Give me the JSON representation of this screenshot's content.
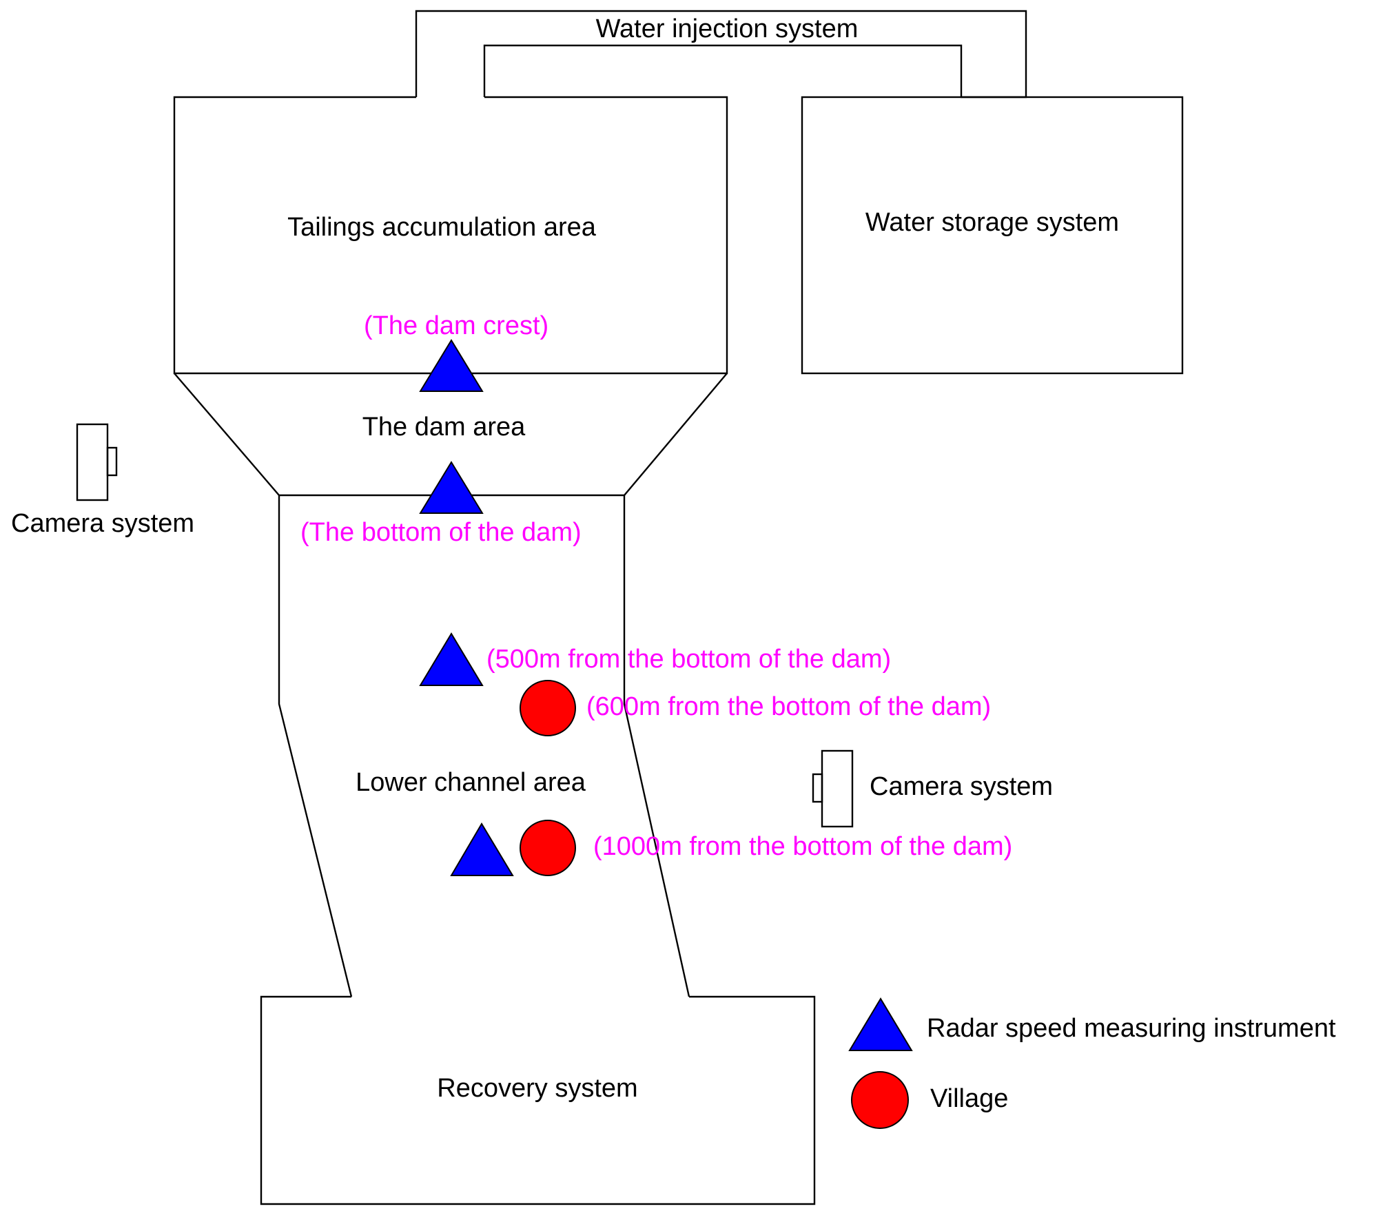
{
  "colors": {
    "outline": "#000000",
    "annotation": "#ff00ff",
    "radar": "#0000ff",
    "village": "#ff0000"
  },
  "labels": {
    "water_injection": "Water injection system",
    "tailings_area": "Tailings accumulation area",
    "water_storage": "Water storage system",
    "dam_area": "The dam area",
    "camera_left": "Camera system",
    "camera_right": "Camera system",
    "lower_channel": "Lower channel area",
    "recovery": "Recovery system"
  },
  "annotations": {
    "dam_crest": "(The dam crest)",
    "dam_bottom": "(The bottom of the dam)",
    "m500": "(500m from the bottom of the dam)",
    "m600": "(600m from the bottom of the dam)",
    "m1000": "(1000m from the bottom of the dam)"
  },
  "legend": {
    "radar": {
      "label": "Radar speed measuring instrument",
      "icon": "blue-triangle"
    },
    "village": {
      "label": "Village",
      "icon": "red-circle"
    }
  }
}
